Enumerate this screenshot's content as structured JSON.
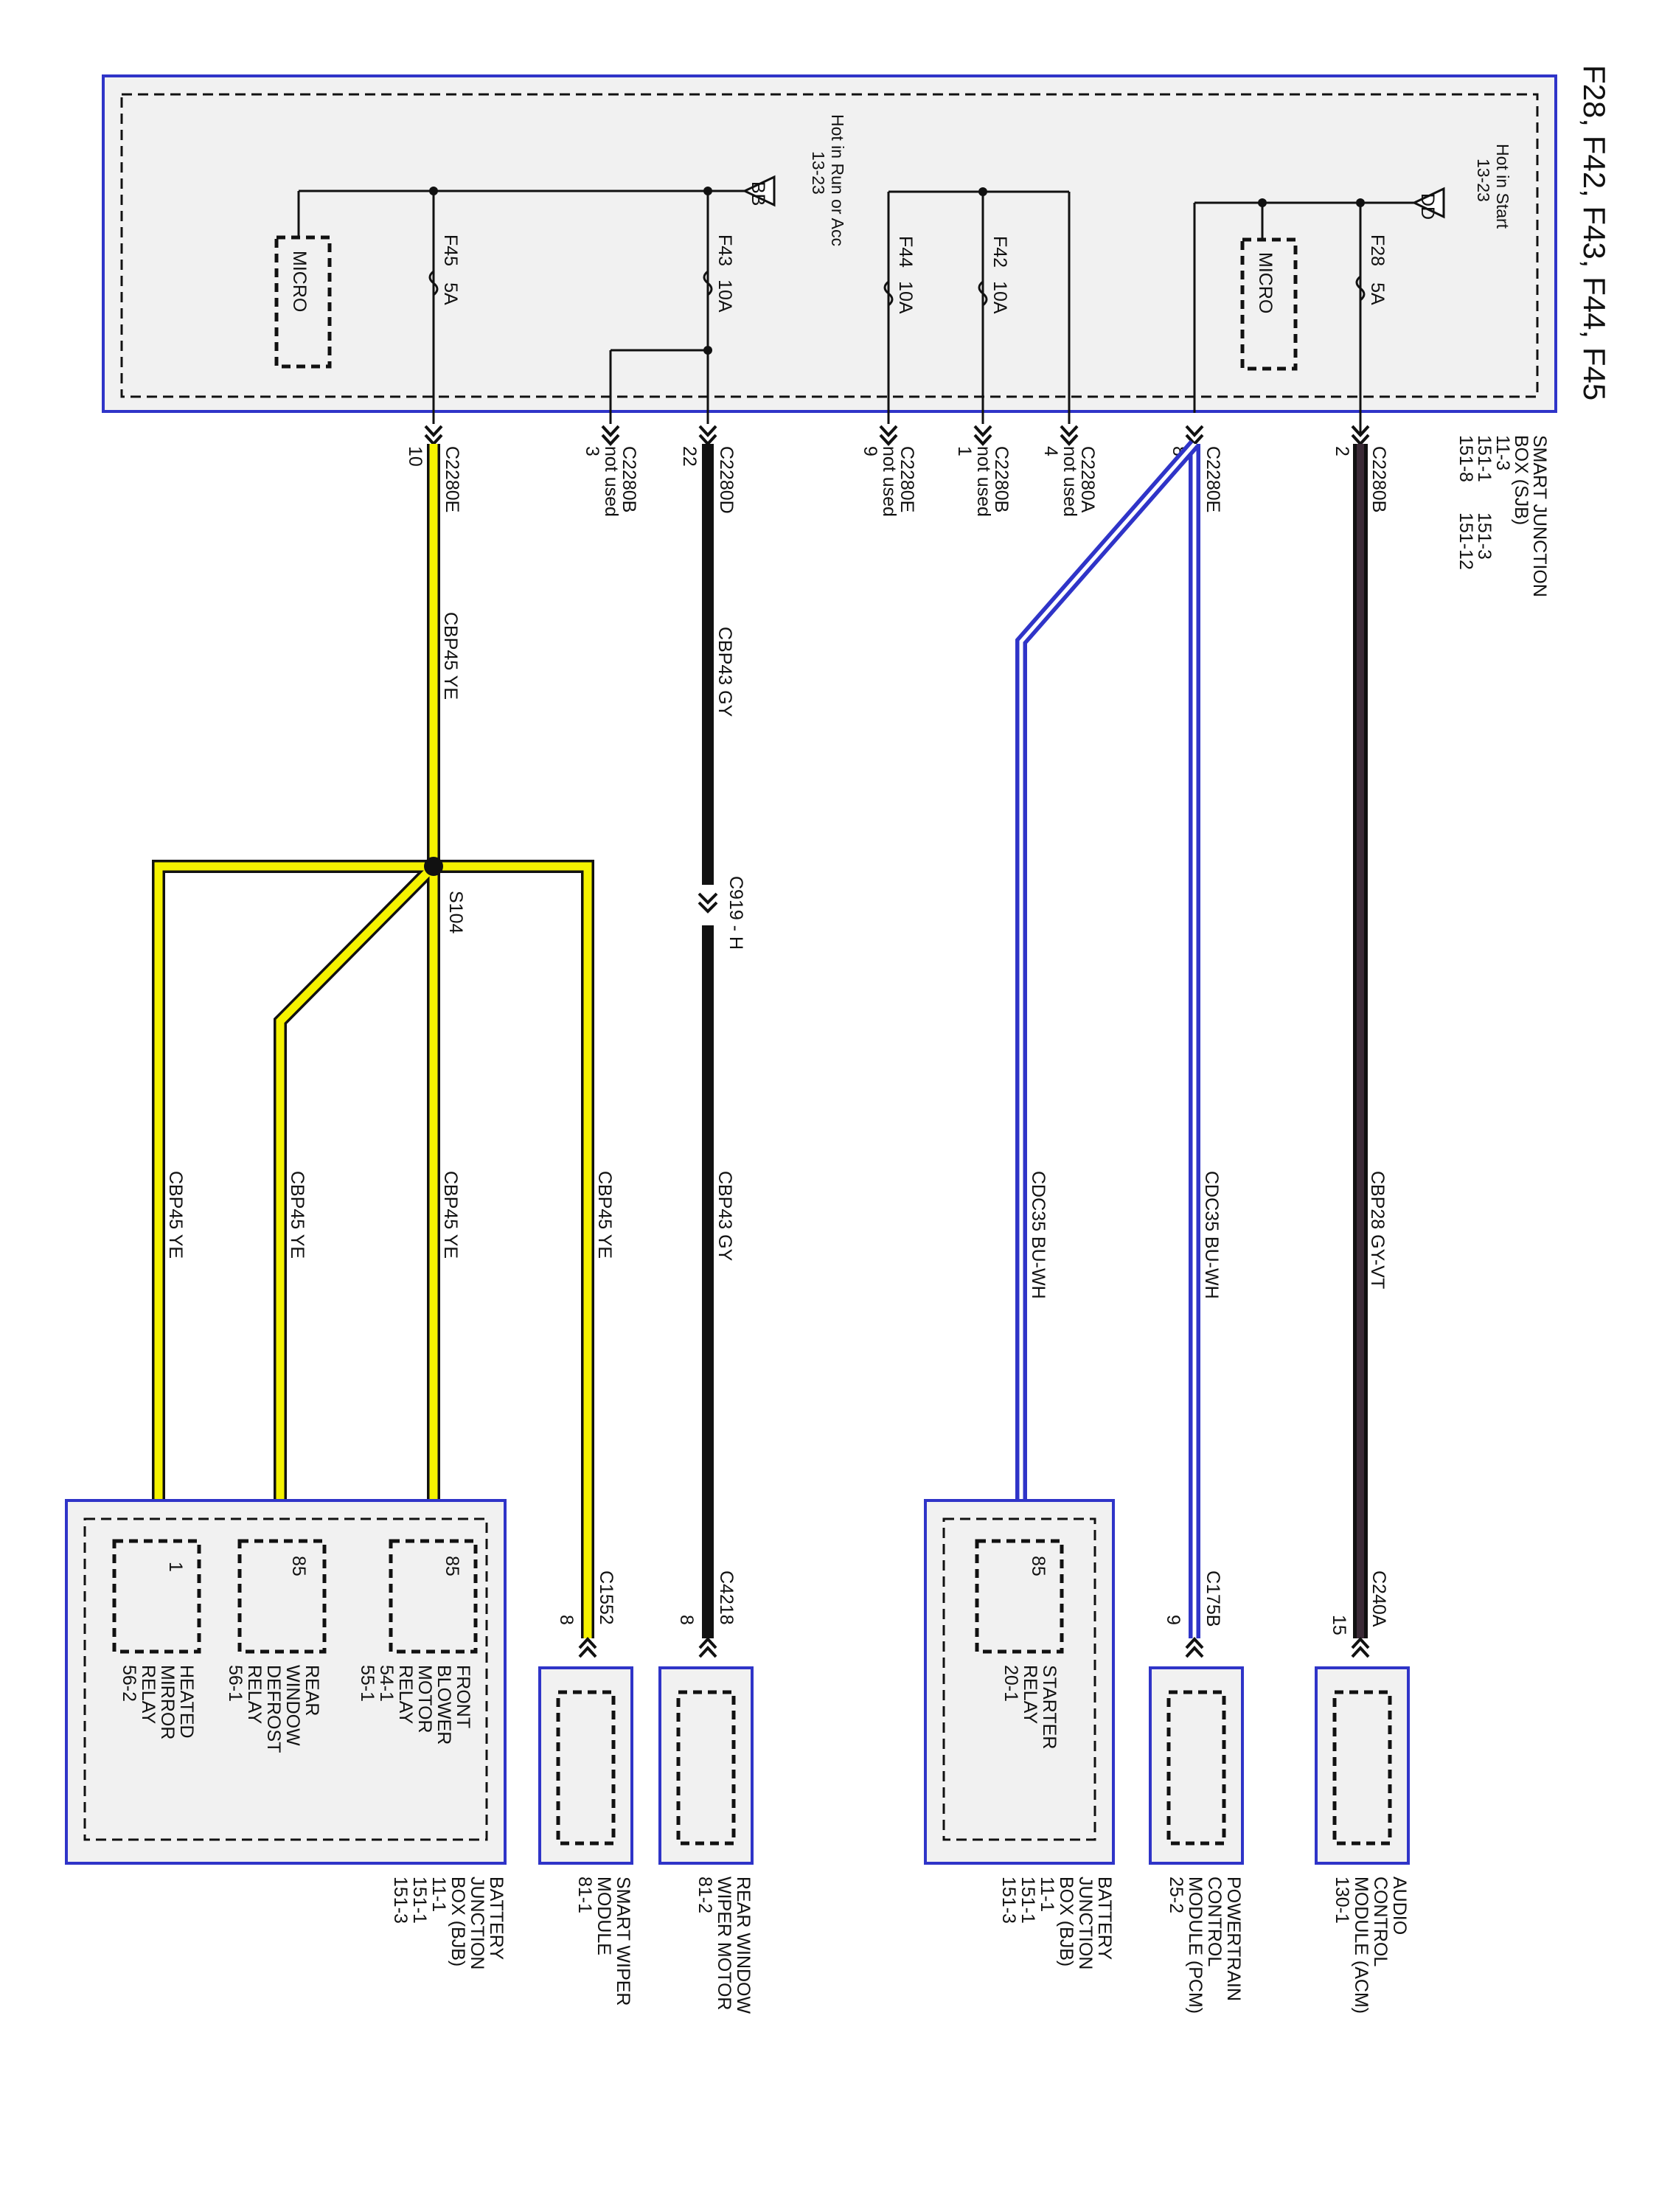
{
  "title": "F28, F42, F43, F44, F45",
  "sjb": {
    "label": [
      "SMART JUNCTION",
      "BOX (SJB)",
      "11-3",
      "151-1",
      "151-8"
    ],
    "label_refs2": [
      "151-3",
      "151-12"
    ],
    "hot_start": [
      "Hot in Start",
      "13-23"
    ],
    "hot_run": [
      "Hot in Run or Acc",
      "13-23"
    ],
    "bus_dd": "DD",
    "bus_bb": "BB",
    "micro": "MICRO",
    "fuses": [
      {
        "name": "F28",
        "rating": "5A"
      },
      {
        "name": "F42",
        "rating": "10A"
      },
      {
        "name": "F44",
        "rating": "10A"
      },
      {
        "name": "F43",
        "rating": "10A"
      },
      {
        "name": "F45",
        "rating": "5A"
      }
    ]
  },
  "connectors": [
    {
      "name": "C2280B",
      "pin": "2",
      "note": ""
    },
    {
      "name": "C2280E",
      "pin": "8",
      "note": ""
    },
    {
      "name": "C2280A",
      "pin": "4",
      "note": "not used"
    },
    {
      "name": "C2280B",
      "pin": "1",
      "note": "not used"
    },
    {
      "name": "C2280E",
      "pin": "9",
      "note": "not used"
    },
    {
      "name": "C2280D",
      "pin": "22",
      "note": ""
    },
    {
      "name": "C2280B",
      "pin": "3",
      "note": "not used"
    },
    {
      "name": "C2280E",
      "pin": "10",
      "note": ""
    }
  ],
  "wires": {
    "cbp28": "CBP28     GY-VT",
    "cdc35": "CDC35     BU-WH",
    "cbp43": "CBP43     GY",
    "cbp45": "CBP45     YE"
  },
  "inline": {
    "c919": "C919 - H",
    "s104": "S104"
  },
  "lower_connectors": {
    "c240a": {
      "name": "C240A",
      "pin": "15"
    },
    "c175b": {
      "name": "C175B",
      "pin": "9"
    },
    "c4218": {
      "name": "C4218",
      "pin": "8"
    },
    "c1552": {
      "name": "C1552",
      "pin": "8"
    }
  },
  "relay_pins": {
    "starter": "85",
    "blower": "85",
    "defrost": "85",
    "mirror": "1"
  },
  "relays": {
    "starter": [
      "STARTER",
      "RELAY",
      "20-1"
    ],
    "blower": [
      "FRONT",
      "BLOWER",
      "MOTOR",
      "RELAY",
      "54-1",
      "55-1"
    ],
    "defrost": [
      "REAR",
      "WINDOW",
      "DEFROST",
      "RELAY",
      "56-1"
    ],
    "mirror": [
      "HEATED",
      "MIRROR",
      "RELAY",
      "56-2"
    ]
  },
  "modules": {
    "acm": [
      "AUDIO",
      "CONTROL",
      "MODULE (ACM)",
      "130-1"
    ],
    "pcm": [
      "POWERTRAIN",
      "CONTROL",
      "MODULE (PCM)",
      "25-2"
    ],
    "bjb1": [
      "BATTERY",
      "JUNCTION",
      "BOX (BJB)",
      "11-1",
      "151-1",
      "151-3"
    ],
    "rwwm": [
      "REAR WINDOW",
      "WIPER MOTOR",
      "81-2"
    ],
    "swm": [
      "SMART WIPER",
      "MODULE",
      "81-1"
    ],
    "bjb2": [
      "BATTERY",
      "JUNCTION",
      "BOX (BJB)",
      "11-1",
      "151-1",
      "151-3"
    ]
  },
  "colors": {
    "yellow": "#f5f200",
    "blue": "#2f34c8",
    "black": "#111111",
    "gyvt": "#3a2a36",
    "box_fill": "#f1f1f1"
  }
}
